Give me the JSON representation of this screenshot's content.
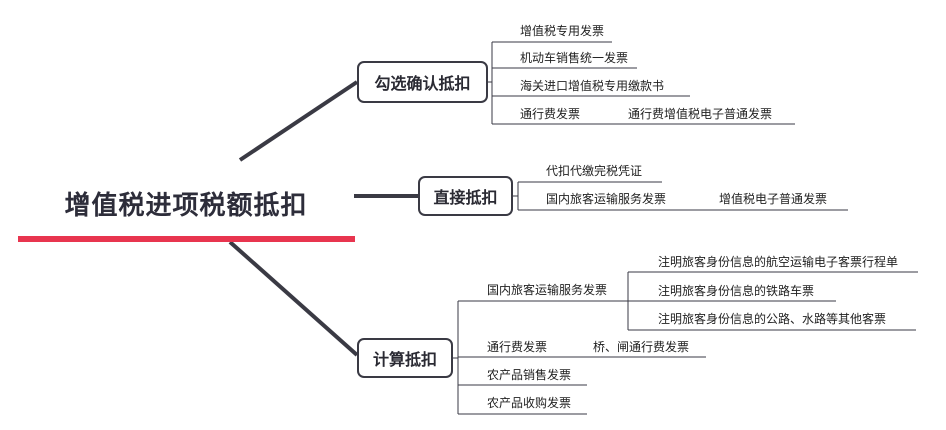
{
  "root": {
    "title": "增值税进项税额抵扣"
  },
  "branches": [
    {
      "label": "勾选确认抵扣",
      "children": [
        {
          "label": "增值税专用发票"
        },
        {
          "label": "机动车销售统一发票"
        },
        {
          "label": "海关进口增值税专用缴款书"
        },
        {
          "label": "通行费发票",
          "children": [
            {
              "label": "通行费增值税电子普通发票"
            }
          ]
        }
      ]
    },
    {
      "label": "直接抵扣",
      "children": [
        {
          "label": "代扣代缴完税凭证"
        },
        {
          "label": "国内旅客运输服务发票",
          "children": [
            {
              "label": "增值税电子普通发票"
            }
          ]
        }
      ]
    },
    {
      "label": "计算抵扣",
      "children": [
        {
          "label": "国内旅客运输服务发票",
          "children": [
            {
              "label": "注明旅客身份信息的航空运输电子客票行程单"
            },
            {
              "label": "注明旅客身份信息的铁路车票"
            },
            {
              "label": "注明旅客身份信息的公路、水路等其他客票"
            }
          ]
        },
        {
          "label": "通行费发票",
          "children": [
            {
              "label": "桥、闸通行费发票"
            }
          ]
        },
        {
          "label": "农产品销售发票"
        },
        {
          "label": "农产品收购发票"
        }
      ]
    }
  ],
  "colors": {
    "accent": "#e8354f",
    "line": "#3a3a44"
  }
}
